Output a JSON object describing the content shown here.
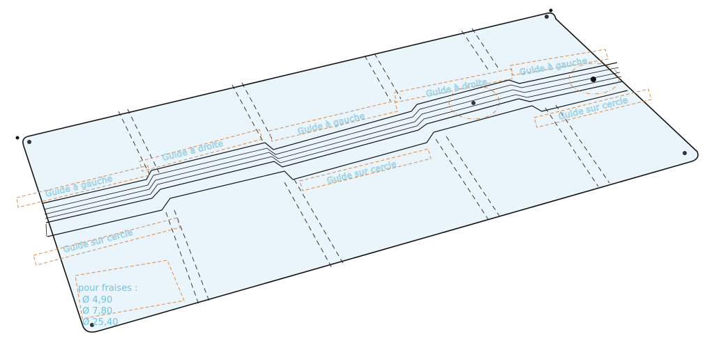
{
  "labels": {
    "guide_gauche": "Guide à gauche",
    "guide_droite": "Guide à droite",
    "guide_cercle": "Guide sur cercle"
  },
  "note": {
    "title": "pour fraises :",
    "d1": "Ø 4,90",
    "d2": "Ø 7,80",
    "d3": "Ø 25,40"
  }
}
